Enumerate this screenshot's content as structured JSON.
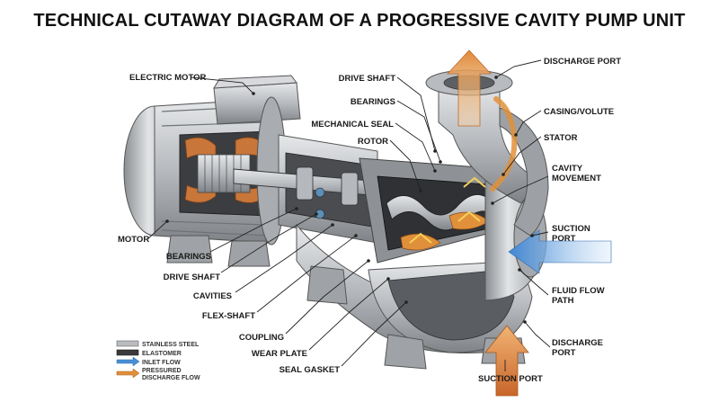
{
  "title": "TECHNICAL CUTAWAY DIAGRAM OF A PROGRESSIVE CAVITY PUMP UNIT",
  "labels": {
    "electric_motor": "ELECTRIC MOTOR",
    "motor": "MOTOR",
    "bearings_left": "BEARINGS",
    "drive_shaft_left": "DRIVE SHAFT",
    "cavities": "CAVITIES",
    "flex_shaft": "FLEX-SHAFT",
    "coupling": "COUPLING",
    "wear_plate": "WEAR PLATE",
    "seal_gasket": "SEAL GASKET",
    "drive_shaft_top": "DRIVE SHAFT",
    "bearings_top": "BEARINGS",
    "mechanical_seal": "MECHANICAL SEAL",
    "rotor": "ROTOR",
    "discharge_port_top": "DISCHARGE PORT",
    "casing_volute": "CASING/VOLUTE",
    "stator": "STATOR",
    "cavity_movement_1": "CAVITY",
    "cavity_movement_2": "MOVEMENT",
    "suction_port_right_1": "SUCTION",
    "suction_port_right_2": "PORT",
    "fluid_flow_path_1": "FLUID FLOW",
    "fluid_flow_path_2": "PATH",
    "discharge_port_right_1": "DISCHARGE",
    "discharge_port_right_2": "PORT",
    "suction_port_bottom": "SUCTION PORT"
  },
  "legend": {
    "items": [
      {
        "label": "STAINLESS STEEL",
        "color": "#b9bcc0"
      },
      {
        "label": "ELASTOMER",
        "color": "#3a3a3a"
      },
      {
        "label": "INLET FLOW",
        "color": "#4a8fd6"
      },
      {
        "label": "PRESSURED",
        "label2": "DISCHARGE FLOW",
        "color": "#e0903a"
      }
    ]
  },
  "colors": {
    "steel": "#c3c6ca",
    "steel_dark": "#7d8185",
    "copper": "#c8763a",
    "inlet_flow": "#4a8fd6",
    "discharge_flow": "#e0903a"
  }
}
